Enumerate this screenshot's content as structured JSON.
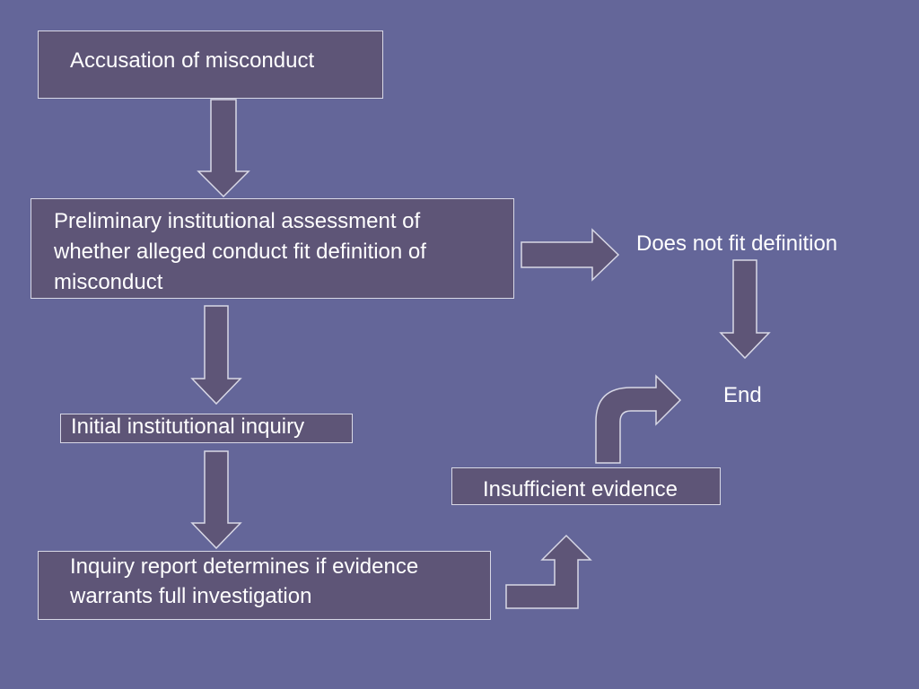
{
  "diagram": {
    "nodes": {
      "accusation": {
        "line1": "Accusation of misconduct"
      },
      "preliminary": {
        "line1": "Preliminary institutional assessment of",
        "line2": "whether alleged conduct fit definition of",
        "line3": "misconduct"
      },
      "does_not_fit": {
        "line1": "Does not fit definition"
      },
      "end": {
        "line1": "End"
      },
      "initial_inquiry": {
        "line1": "Initial institutional inquiry"
      },
      "insufficient": {
        "line1": "Insufficient evidence"
      },
      "inquiry_report": {
        "line1": "Inquiry report determines if evidence",
        "line2": "warrants full investigation"
      }
    },
    "colors": {
      "background": "#646699",
      "box_fill": "#5e5577",
      "box_border": "#d8d8e6",
      "text": "#ffffff"
    }
  }
}
